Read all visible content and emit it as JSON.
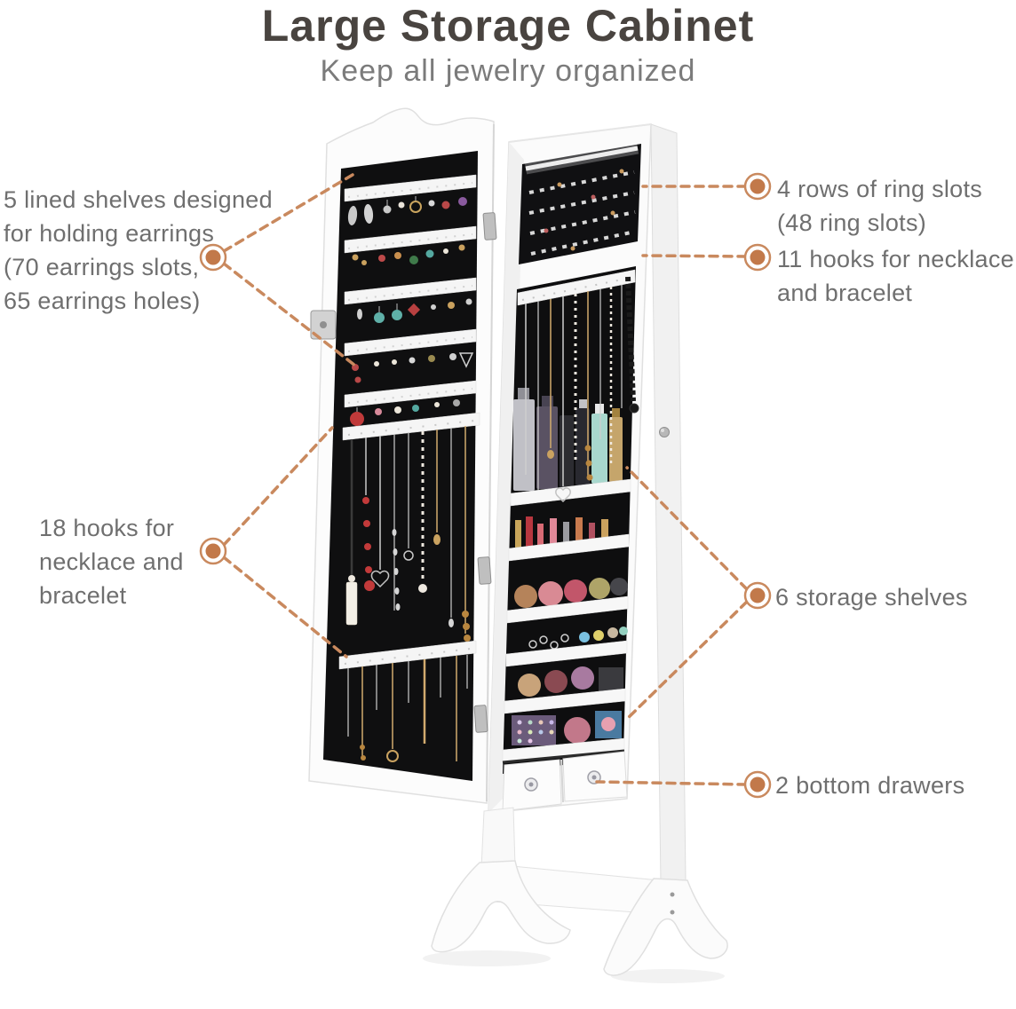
{
  "title": "Large Storage Cabinet",
  "subtitle": "Keep all jewelry organized",
  "callouts": {
    "left": [
      {
        "lines": [
          "5 lined shelves designed",
          "for holding earrings",
          "(70 earrings slots,",
          "65 earrings holes)"
        ]
      },
      {
        "lines": [
          "18 hooks for",
          "necklace and",
          "bracelet"
        ]
      }
    ],
    "right": [
      {
        "lines": [
          "4 rows of ring slots",
          "(48 ring slots)"
        ]
      },
      {
        "lines": [
          "11 hooks for necklace",
          "and bracelet"
        ]
      },
      {
        "lines": [
          "6 storage shelves"
        ]
      },
      {
        "lines": [
          "2 bottom drawers"
        ]
      }
    ]
  },
  "colors": {
    "accent_dot": "#c2794a",
    "dash_line": "#c9895e",
    "label_text": "#6f6f6f",
    "title_text": "#494440",
    "subtitle_text": "#7b7b7b"
  }
}
